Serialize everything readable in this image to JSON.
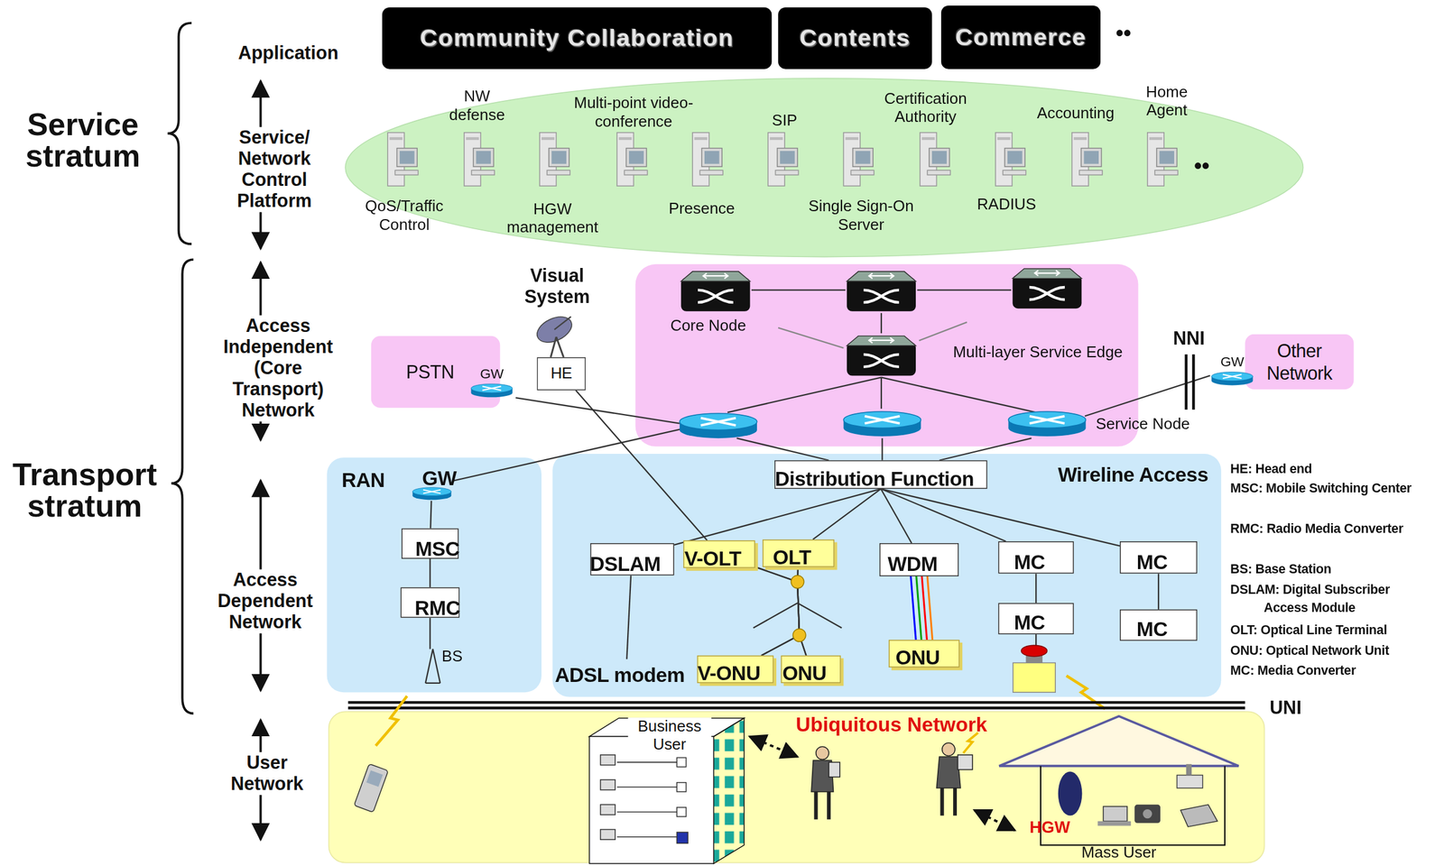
{
  "diagram": {
    "nodes": [
      {
        "text": [
          "Community Collaboration"
        ]
      },
      {
        "text": [
          "Contents"
        ]
      },
      {
        "text": [
          "Commerce"
        ]
      },
      {
        "text": [
          "PSTN"
        ]
      },
      {
        "text": [
          "GW"
        ]
      },
      {
        "text": [
          "HE"
        ]
      },
      {
        "text": [
          "Other Network"
        ]
      },
      {
        "text": [
          "GW"
        ]
      },
      {
        "text": [
          "RAN"
        ]
      },
      {
        "text": [
          "GW"
        ],
        "in": 8
      },
      {
        "text": [
          "MSC"
        ],
        "in": 8
      },
      {
        "text": [
          "RMC"
        ],
        "in": 8
      },
      {
        "text": [
          "Wireline Access"
        ]
      },
      {
        "text": [
          "Distribution Function"
        ],
        "in": 12
      },
      {
        "text": [
          "DSLAM"
        ],
        "in": 12
      },
      {
        "text": [
          "V-OLT"
        ],
        "in": 12
      },
      {
        "text": [
          "OLT"
        ],
        "in": 12
      },
      {
        "text": [
          "WDM"
        ],
        "in": 12
      },
      {
        "text": [
          "MC"
        ],
        "in": 12
      },
      {
        "text": [
          "MC"
        ],
        "in": 12
      },
      {
        "text": [
          "MC"
        ],
        "in": 12
      },
      {
        "text": [
          "MC"
        ],
        "in": 12
      },
      {
        "text": [
          "ADSL modem"
        ],
        "in": 12
      },
      {
        "text": [
          "V-ONU"
        ],
        "in": 12
      },
      {
        "text": [
          "ONU"
        ],
        "in": 12
      },
      {
        "text": [
          "ONU"
        ],
        "in": 12
      }
    ],
    "edges": [
      {
        "from": 9,
        "to": 10,
        "arrow": "none"
      },
      {
        "from": 10,
        "to": 11,
        "arrow": "none"
      },
      {
        "from": 13,
        "to": 14,
        "arrow": "none"
      },
      {
        "from": 13,
        "to": 16,
        "arrow": "none"
      },
      {
        "from": 13,
        "to": 17,
        "arrow": "none"
      },
      {
        "from": 13,
        "to": 18,
        "arrow": "none"
      },
      {
        "from": 13,
        "to": 19,
        "arrow": "none"
      },
      {
        "from": 14,
        "to": 22,
        "arrow": "none"
      },
      {
        "from": 5,
        "to": 15,
        "arrow": "none"
      },
      {
        "from": 15,
        "to": 23,
        "arrow": "none"
      },
      {
        "from": 15,
        "to": 24,
        "arrow": "none"
      },
      {
        "from": 16,
        "to": 23,
        "arrow": "none"
      },
      {
        "from": 16,
        "to": 24,
        "arrow": "none"
      },
      {
        "from": 17,
        "to": 25,
        "arrow": "none"
      },
      {
        "from": 18,
        "to": 20,
        "arrow": "none"
      },
      {
        "from": 19,
        "to": 21,
        "arrow": "none"
      }
    ],
    "labels": [
      "••",
      "Service stratum",
      "Transport stratum",
      "Application",
      "Service/ Network Control Platform",
      "Access Independent (Core Transport) Network",
      "Access Dependent Network",
      "User Network",
      "NW defense",
      "Multi-point video-conference",
      "SIP",
      "Certification Authority",
      "Accounting",
      "Home Agent",
      "QoS/Traffic Control",
      "HGW management",
      "Presence",
      "Single Sign-On Server",
      "RADIUS",
      "••",
      "Visual System",
      "Core Node",
      "Multi-layer Service Edge",
      "Service Node",
      "NNI",
      "BS",
      "HE: Head end",
      "MSC: Mobile Switching Center",
      "RMC: Radio Media Converter",
      "BS: Base Station",
      "DSLAM: Digital Subscriber Access Module",
      "OLT: Optical Line Terminal",
      "ONU: Optical Network Unit",
      "MC: Media Converter",
      "UNI",
      "Ubiquitous Network",
      "Business User",
      "HGW",
      "Mass User"
    ]
  }
}
